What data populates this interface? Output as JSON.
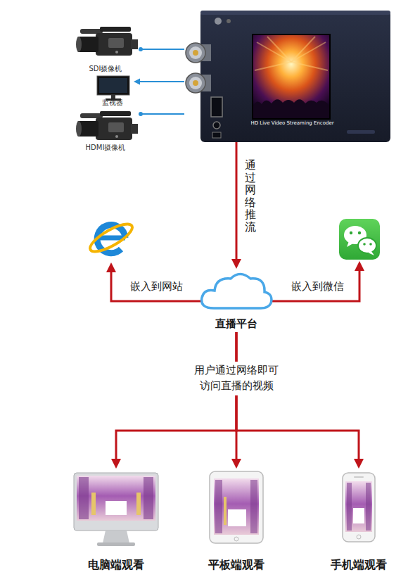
{
  "diagram": {
    "nodes": [
      {
        "text": [
          "SDI摄像机"
        ]
      },
      {
        "text": [
          "监视器"
        ]
      },
      {
        "text": [
          "HDMI摄像机"
        ]
      },
      {
        "text": [
          "HD Live Video Streaming Encoder"
        ]
      },
      {
        "text": [
          "直播平台"
        ]
      },
      {
        "text": [
          "电脑端观看"
        ]
      },
      {
        "text": [
          "平板端观看"
        ]
      },
      {
        "text": [
          "手机端观看"
        ]
      }
    ],
    "edges": [
      {
        "from": 0,
        "to": 3,
        "arrow": "none"
      },
      {
        "from": 3,
        "to": 1,
        "arrow": "to"
      },
      {
        "from": 2,
        "to": 3,
        "arrow": "none"
      },
      {
        "from": 3,
        "to": 4,
        "label": "通过网络推流",
        "arrow": "to"
      },
      {
        "from": 4,
        "to": 5,
        "arrow": "to"
      },
      {
        "from": 4,
        "to": 6,
        "label": "用户通过网络即可访问直播的视频",
        "arrow": "to"
      },
      {
        "from": 4,
        "to": 7,
        "arrow": "to"
      }
    ],
    "labels": [
      "嵌入到网站",
      "嵌入到微信"
    ]
  }
}
